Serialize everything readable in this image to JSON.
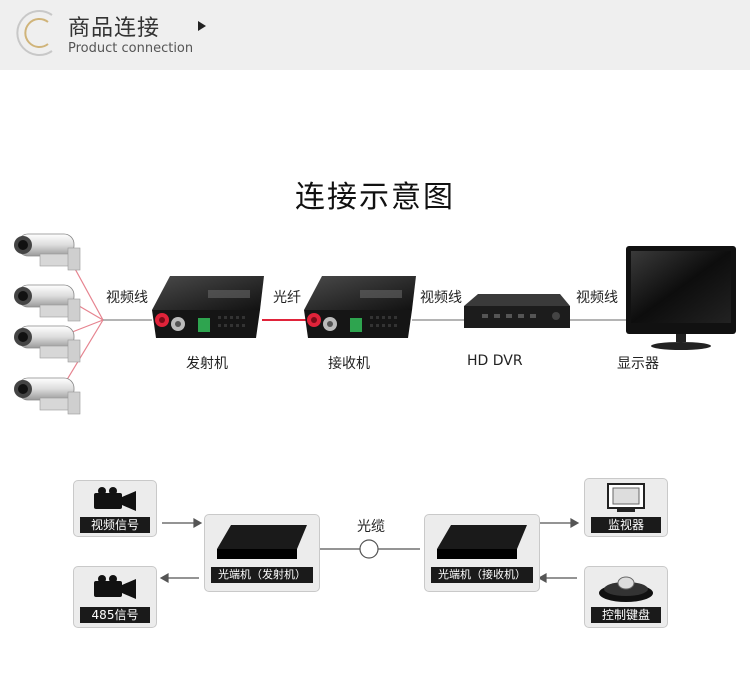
{
  "header": {
    "title": "商品连接",
    "subtitle": "Product connection",
    "logo_icon": "circle-c-logo-icon",
    "arrow_icon": "triangle-right-icon"
  },
  "diagram1": {
    "title": "连接示意图",
    "labels": {
      "cable_left": "视频线",
      "fiber": "光纤",
      "cable_mid": "视频线",
      "cable_right": "视频线",
      "transmitter": "发射机",
      "receiver": "接收机",
      "dvr": "HD DVR",
      "monitor": "显示器"
    },
    "colors": {
      "fiber": "#e0233a",
      "camera_line": "#e6838f",
      "cable": "#888888"
    }
  },
  "diagram2": {
    "nodes": {
      "video_signal": "视频信号",
      "rs485_signal": "485信号",
      "tx_unit": "光端机（发射机）",
      "rx_unit": "光端机（接收机）",
      "monitor": "监视器",
      "keyboard": "控制键盘"
    },
    "link_label": "光缆"
  }
}
